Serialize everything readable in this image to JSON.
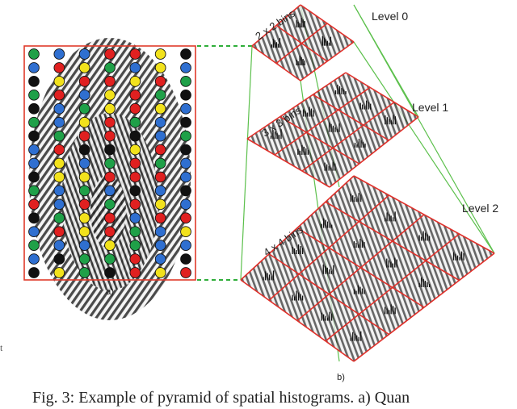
{
  "panel_labels": {
    "a": "a)",
    "b": "b)"
  },
  "levels": [
    {
      "name": "Level 0",
      "bins_label": "2 x 2 bins",
      "grid": 2
    },
    {
      "name": "Level 1",
      "bins_label": "3 x 3 bins",
      "grid": 3
    },
    {
      "name": "Level 2",
      "bins_label": "4 x 4 bins",
      "grid": 4
    }
  ],
  "point_colors": {
    "red": "#e02020",
    "green": "#1fa048",
    "blue": "#2f6fd0",
    "yellow": "#f2e21c",
    "black": "#111111"
  },
  "dot_grid": [
    [
      "green",
      "blue",
      "blue",
      "red",
      "red",
      "yellow",
      "black"
    ],
    [
      "blue",
      "red",
      "yellow",
      "green",
      "blue",
      "yellow",
      "blue"
    ],
    [
      "black",
      "yellow",
      "red",
      "red",
      "yellow",
      "red",
      "green"
    ],
    [
      "green",
      "red",
      "blue",
      "yellow",
      "red",
      "green",
      "black"
    ],
    [
      "black",
      "blue",
      "green",
      "yellow",
      "red",
      "yellow",
      "blue"
    ],
    [
      "green",
      "blue",
      "yellow",
      "red",
      "green",
      "blue",
      "black"
    ],
    [
      "black",
      "green",
      "red",
      "red",
      "black",
      "blue",
      "green"
    ],
    [
      "blue",
      "red",
      "black",
      "black",
      "yellow",
      "red",
      "black"
    ],
    [
      "blue",
      "yellow",
      "blue",
      "green",
      "red",
      "green",
      "blue"
    ],
    [
      "black",
      "yellow",
      "yellow",
      "red",
      "red",
      "red",
      "blue"
    ],
    [
      "green",
      "blue",
      "green",
      "blue",
      "black",
      "blue",
      "black"
    ],
    [
      "red",
      "blue",
      "red",
      "green",
      "red",
      "yellow",
      "blue"
    ],
    [
      "black",
      "green",
      "yellow",
      "red",
      "blue",
      "red",
      "red"
    ],
    [
      "blue",
      "red",
      "yellow",
      "red",
      "green",
      "blue",
      "yellow"
    ],
    [
      "green",
      "blue",
      "blue",
      "yellow",
      "green",
      "blue",
      "blue"
    ],
    [
      "blue",
      "black",
      "green",
      "green",
      "red",
      "blue",
      "black"
    ],
    [
      "black",
      "yellow",
      "green",
      "black",
      "red",
      "yellow",
      "red"
    ]
  ],
  "caption": "Fig. 3: Example of pyramid of spatial histograms. a) Quan",
  "side_mark": "t"
}
